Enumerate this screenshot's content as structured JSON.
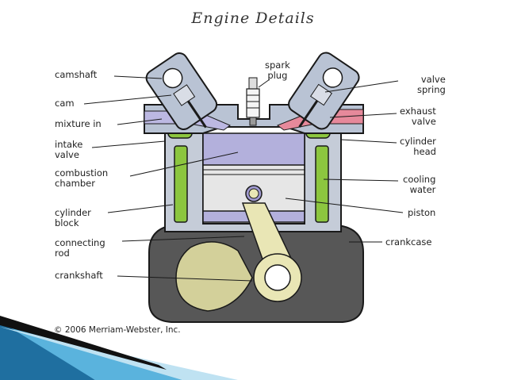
{
  "title": "Engine Details",
  "labels": {
    "camshaft": "camshaft",
    "cam": "cam",
    "mixture_in": "mixture in",
    "intake_valve": "intake\nvalve",
    "combustion_chamber": "combustion\nchamber",
    "cylinder_block": "cylinder\nblock",
    "connecting_rod": "connecting\nrod",
    "crankshaft": "crankshaft",
    "spark_plug": "spark\nplug",
    "valve_spring": "valve\nspring",
    "exhaust_valve": "exhaust\nvalve",
    "cylinder_head": "cylinder\nhead",
    "cooling_water": "cooling\nwater",
    "piston": "piston",
    "crankcase": "crankcase"
  },
  "copyright": "© 2006 Merriam-Webster, Inc.",
  "colors": {
    "outline": "#1a1a1a",
    "head_metal": "#b9c3d4",
    "cooling_water": "#8cc63f",
    "combustion_chamber": "#b3b0dc",
    "crankcase": "#575757",
    "rod": "#e9e6b5",
    "crank_counterweight": "#d3d09a",
    "exhaust_gas": "#e6899b",
    "mixture_gas": "#bcb8e2",
    "slide_accent": "#2d8dbf"
  }
}
